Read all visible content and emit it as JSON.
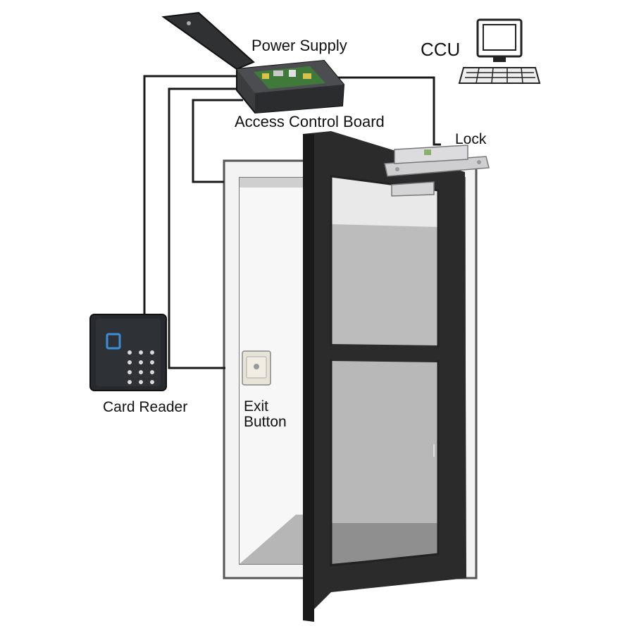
{
  "diagram": {
    "labels": {
      "power_supply": "Power Supply",
      "ccu": "CCU",
      "access_control_board": "Access Control Board",
      "lock": "Lock",
      "card_reader": "Card Reader",
      "exit_button": [
        "Exit",
        "Button"
      ]
    },
    "components": [
      {
        "id": "power_supply",
        "icon": "power-supply-box-icon"
      },
      {
        "id": "access_control_board",
        "icon": "circuit-board-icon"
      },
      {
        "id": "ccu",
        "icon": "computer-terminal-icon"
      },
      {
        "id": "lock",
        "icon": "magnetic-lock-icon"
      },
      {
        "id": "card_reader",
        "icon": "keypad-card-reader-icon"
      },
      {
        "id": "exit_button",
        "icon": "exit-button-plate-icon"
      },
      {
        "id": "door",
        "icon": "open-door-icon"
      }
    ],
    "colors": {
      "wire": "#1a1a1a",
      "door_frame": "#2b2b2b",
      "glass": "#b8b8b8",
      "reader_body": "#262a2e",
      "reader_led": "#3a8fd8"
    }
  }
}
